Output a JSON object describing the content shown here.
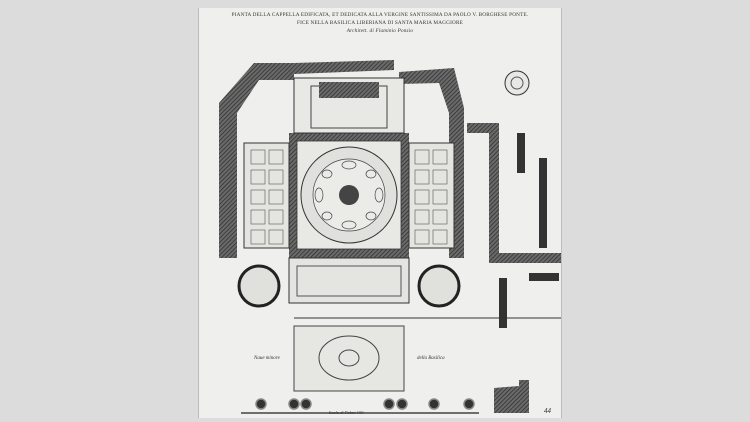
{
  "engraving": {
    "title_line1": "PIANTA DELLA CAPPELLA EDIFICATA, ET DEDICATA ALLA VERGINE SANTISSIMA DA PAOLO V. BORGHESE PONTE.",
    "title_line2": "FICE NELLA BASILICA LIBERIANA DI SANTA MARIA MAGGIORE",
    "architect": "Architett. di Flaminio Ponzio",
    "label_left": "Naue minore",
    "label_right": "della Basilica",
    "scale_label": "Scala di Palmi 100",
    "plate_number": "44"
  },
  "colors": {
    "background": "#dcdcdc",
    "paper": "#efefed",
    "ink": "#2a2a2a",
    "hatch": "#555555"
  }
}
